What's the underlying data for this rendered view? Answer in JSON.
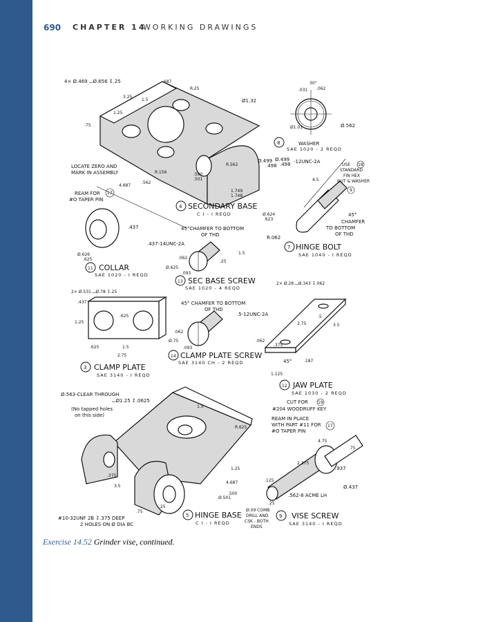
{
  "header": {
    "page_number": "690",
    "chapter": "CHAPTER 14",
    "section": "WORKING DRAWINGS"
  },
  "caption": {
    "exercise": "Exercise 14.52",
    "text": "Grinder vise, continued."
  },
  "parts": {
    "secondary_base": {
      "num": "4",
      "title": "SECONDARY BASE",
      "spec": "C I - I REQD",
      "notes": [
        "4× Ø.469 ⌴Ø.656 ↧.25",
        "Ø1.32",
        "LOCATE ZERO AND",
        "MARK IN ASSEMBLY",
        "REAM FOR",
        "17",
        "#O TAPER PIN",
        "3.25",
        "1.5",
        "1.25",
        ".75",
        "R.25",
        "R.156",
        "4.687",
        ".562",
        "1.749",
        "1.748",
        "R.562",
        ".687",
        ".500",
        ".501",
        "Ø.499",
        ".498"
      ]
    },
    "washer": {
      "num": "8",
      "title": "WASHER",
      "spec": "SAE 1020 - 2 REQD",
      "notes": [
        ".031",
        "30°",
        ".062",
        "Ø1.01",
        "Ø.562"
      ]
    },
    "hinge_bolt": {
      "num": "7",
      "title": "HINGE BOLT",
      "spec": "SAE 1040 - I REQD",
      "notes": [
        "-12UNC-2A",
        "USE",
        "18",
        "STANDARD",
        "FIN HEX",
        "NUT & WASHER",
        "9",
        "45°",
        "CHAMFER",
        "TO BOTTOM",
        "OF THD",
        "Ø.624",
        ".623",
        "R.062",
        "4.5"
      ]
    },
    "collar": {
      "num": "11",
      "title": "COLLAR",
      "spec": "SAE 1020 - I REQD",
      "notes": [
        ".437",
        "Ø.626",
        ".625"
      ]
    },
    "sec_base_screw": {
      "num": "13",
      "title": "SEC BASE SCREW",
      "spec": "SAE 1020 - 4 REQD",
      "notes": [
        "45°CHAMFER TO BOTTOM",
        "OF THD",
        ".437-14UNC-2A",
        ".062",
        "Ø.625",
        ".093",
        "1.5",
        ".25"
      ]
    },
    "clamp_plate": {
      "num": "3",
      "title": "CLAMP PLATE",
      "spec": "SAE 3140 - I REQD",
      "notes": [
        "2× Ø.531 ⌴Ø.78 ↧.25",
        ".437",
        ".625",
        "1.25",
        ".625",
        "1.5",
        "2.75"
      ]
    },
    "clamp_plate_screw": {
      "num": "14",
      "title": "CLAMP PLATE SCREW",
      "spec": "SAE 3140 CH - 2 REQD",
      "notes": [
        "45° CHAMFER TO BOTTOM",
        "OF THD",
        ".5-12UNC-2A",
        ".062",
        "Ø.75",
        ".093"
      ]
    },
    "jaw_plate": {
      "num": "12",
      "title": "JAW PLATE",
      "spec": "SAE 1030 - 2 REQD",
      "notes": [
        "2× Ø.28 ⌴Ø.343 ↧.062",
        ".062",
        ".375",
        "2.75",
        ".5",
        "3.5",
        "45°",
        ".187",
        "1.125"
      ]
    },
    "hinge_base": {
      "num": "5",
      "title": "HINGE BASE",
      "spec": "C I - I REQD",
      "notes": [
        "Ø.563-CLEAR THROUGH",
        "⌴Ø1.25 ↧.0625",
        "(No tapped holes",
        "on this side)",
        "#10-32UNF 2B ↧.375 DEEP",
        "2 HOLES ON Ø DIA BC",
        "1.5",
        "R.625",
        ".375",
        "3.5",
        "4.687",
        ".500",
        "Ø.501",
        ".25",
        ".75",
        "1.25"
      ]
    },
    "vise_screw": {
      "num": "9",
      "title": "VISE SCREW",
      "spec": "SAE 3140 - I REQD",
      "notes": [
        "CUT FOR",
        "19",
        "#204 WOODRUFF KEY",
        "REAM IN PLACE",
        "WITH PART #11 FOR",
        "17",
        "#O TAPER PIN",
        "4.75",
        "2.375",
        ".937",
        "Ø.437",
        ".562-8 ACME LH",
        "Ø.09 COMB",
        "DRILL AND",
        "CSK - BOTH",
        "ENDS",
        ".125",
        ".75",
        ".25"
      ]
    }
  }
}
